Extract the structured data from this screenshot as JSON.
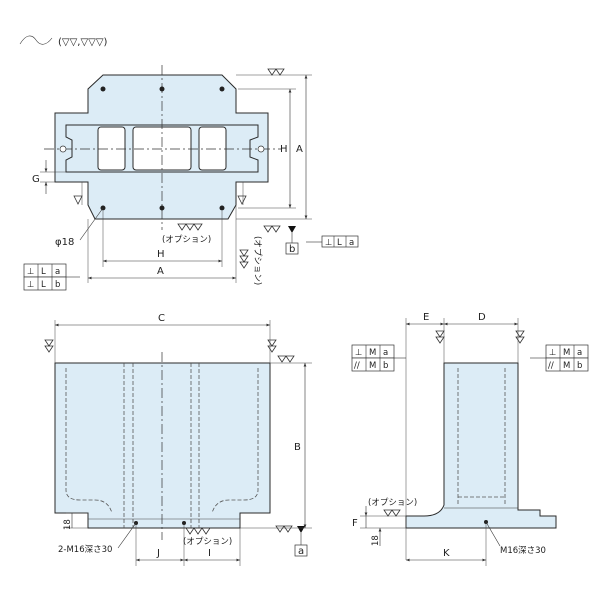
{
  "finish": {
    "symbol": "(▽▽,▽▽▽)"
  },
  "labels": {
    "A": "A",
    "B": "B",
    "C": "C",
    "D": "D",
    "E": "E",
    "F": "F",
    "G": "G",
    "H": "H",
    "I": "I",
    "J": "J",
    "K": "K",
    "a": "a",
    "b": "b",
    "hole_dia": "φ18",
    "option": "(オプション)",
    "thread_2": "2-M16深さ30",
    "thread_1": "M16深さ30",
    "dim_18": "18"
  },
  "tolerances": {
    "top_right": [
      "⊥",
      "L",
      "a"
    ],
    "left_1": [
      "⊥",
      "L",
      "a"
    ],
    "left_2": [
      "⊥",
      "L",
      "b"
    ],
    "side_left_1": [
      "⊥",
      "M",
      "a"
    ],
    "side_left_2": [
      "//",
      "M",
      "b"
    ],
    "side_right_1": [
      "⊥",
      "M",
      "a"
    ],
    "side_right_2": [
      "//",
      "M",
      "b"
    ]
  }
}
